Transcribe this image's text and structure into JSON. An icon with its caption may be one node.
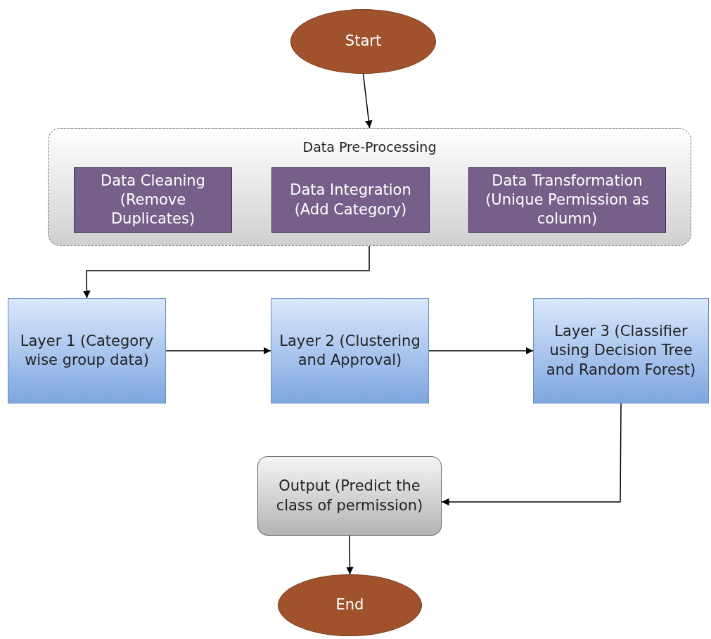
{
  "diagram": {
    "nodes": [
      {
        "text": [
          "Start"
        ]
      },
      {
        "text": [
          "Data Pre-Processing"
        ]
      },
      {
        "text": [
          "Data Cleaning (Remove Duplicates)"
        ],
        "in": 1
      },
      {
        "text": [
          "Data Integration (Add Category)"
        ],
        "in": 1
      },
      {
        "text": [
          "Data Transformation (Unique Permission as column)"
        ],
        "in": 1
      },
      {
        "text": [
          "Layer 1 (Category wise group data)"
        ]
      },
      {
        "text": [
          "Layer 2 (Clustering and Approval)"
        ]
      },
      {
        "text": [
          "Layer 3 (Classifier using Decision Tree and Random Forest)"
        ]
      },
      {
        "text": [
          "Output (Predict the class of permission)"
        ]
      },
      {
        "text": [
          "End"
        ]
      }
    ],
    "edges": [
      {
        "from": 0,
        "to": 1,
        "arrow": "to"
      },
      {
        "from": 1,
        "to": 5,
        "arrow": "to"
      },
      {
        "from": 5,
        "to": 6,
        "arrow": "to"
      },
      {
        "from": 6,
        "to": 7,
        "arrow": "to"
      },
      {
        "from": 7,
        "to": 8,
        "arrow": "to"
      },
      {
        "from": 8,
        "to": 9,
        "arrow": "to"
      }
    ]
  }
}
